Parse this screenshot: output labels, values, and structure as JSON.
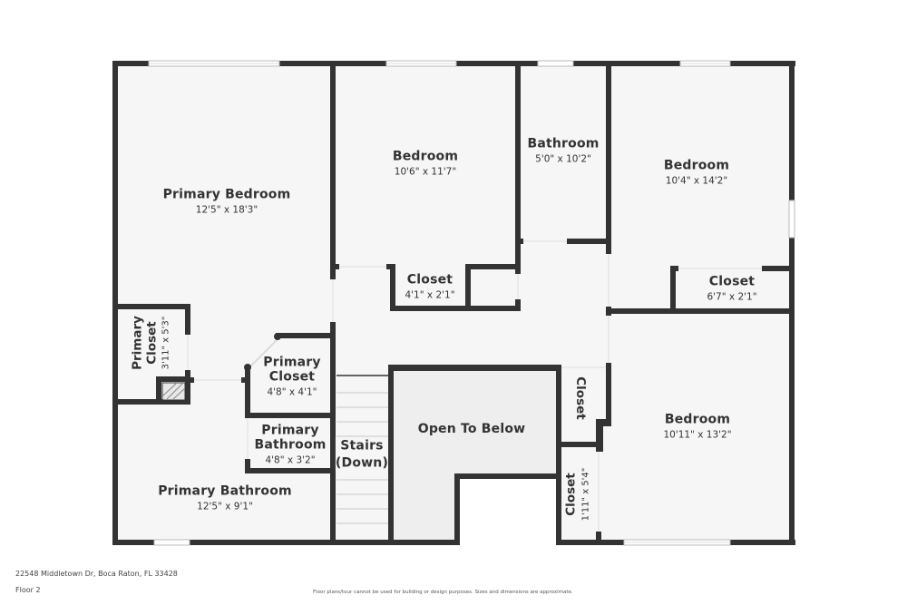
{
  "floor_plan": {
    "rooms": [
      {
        "id": "primary-bedroom",
        "name": "Primary Bedroom",
        "dims": "12'5\" x 18'3\""
      },
      {
        "id": "bedroom-1",
        "name": "Bedroom",
        "dims": "10'6\" x 11'7\""
      },
      {
        "id": "bathroom",
        "name": "Bathroom",
        "dims": "5'0\" x 10'2\""
      },
      {
        "id": "bedroom-2",
        "name": "Bedroom",
        "dims": "10'4\" x 14'2\""
      },
      {
        "id": "closet-1",
        "name": "Closet",
        "dims": "4'1\" x 2'1\""
      },
      {
        "id": "closet-2",
        "name": "Closet",
        "dims": "6'7\" x 2'1\""
      },
      {
        "id": "primary-closet-1",
        "name": "Primary Closet",
        "name_line1": "Primary",
        "name_line2": "Closet",
        "dims": "3'11\" x 5'3\""
      },
      {
        "id": "primary-closet-2",
        "name": "Primary Closet",
        "name_line1": "Primary",
        "name_line2": "Closet",
        "dims": "4'8\" x 4'1\""
      },
      {
        "id": "primary-bathroom-small",
        "name": "Primary Bathroom",
        "name_line1": "Primary",
        "name_line2": "Bathroom",
        "dims": "4'8\" x 3'2\""
      },
      {
        "id": "primary-bathroom",
        "name": "Primary Bathroom",
        "dims": "12'5\" x 9'1\""
      },
      {
        "id": "stairs",
        "name": "Stairs (Down)",
        "name_line1": "Stairs",
        "name_line2": "(Down)"
      },
      {
        "id": "open-to-below",
        "name": "Open To Below"
      },
      {
        "id": "closet-3",
        "name": "Closet"
      },
      {
        "id": "closet-4",
        "name": "Closet",
        "dims": "1'11\" x 5'4\""
      },
      {
        "id": "bedroom-3",
        "name": "Bedroom",
        "dims": "10'11\" x 13'2\""
      }
    ],
    "colors": {
      "wall": "#333333",
      "floor": "#f6f6f6",
      "open_below": "#eeeeee",
      "window": "#ffffff"
    }
  },
  "footer": {
    "address": "22548 Middletown Dr, Boca Raton, FL 33428",
    "floor": "Floor 2",
    "disclaimer": "Floor plans/tour cannot be used for building or design purposes. Sizes and dimensions are approximate."
  }
}
